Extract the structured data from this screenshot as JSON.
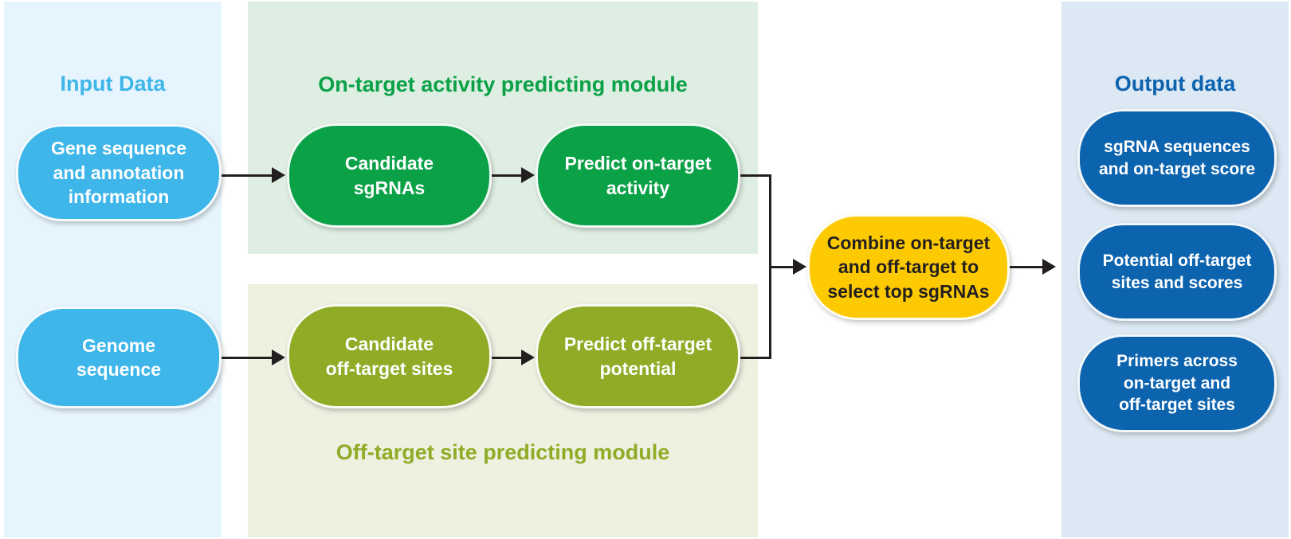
{
  "figure": {
    "input_panel": {
      "title": "Input Data",
      "boxes": [
        {
          "label": "Gene sequence\nand annotation\ninformation"
        },
        {
          "label": "Genome\nsequence"
        }
      ]
    },
    "on_target_module": {
      "title": "On-target activity predicting module",
      "boxes": [
        {
          "label": "Candidate\nsgRNAs"
        },
        {
          "label": "Predict on-target\nactivity"
        }
      ]
    },
    "off_target_module": {
      "title": "Off-target site predicting module",
      "boxes": [
        {
          "label": "Candidate\noff-target sites"
        },
        {
          "label": "Predict off-target\npotential"
        }
      ]
    },
    "combine_step": {
      "label": "Combine on-target\nand off-target to\nselect top sgRNAs"
    },
    "output_panel": {
      "title": "Output data",
      "boxes": [
        {
          "label": "sgRNA sequences\nand on-target score"
        },
        {
          "label": "Potential off-target\nsites and scores"
        },
        {
          "label": "Primers across\non-target and\noff-target sites"
        }
      ]
    },
    "colors": {
      "input_box": "#3eb6e9",
      "input_panel_bg": "#e6f4fd",
      "input_title": "#3eb6e9",
      "on_target_box": "#0aa147",
      "on_target_panel_bg": "#dfeee3",
      "on_target_title": "#0aa147",
      "off_target_box": "#90ac27",
      "off_target_panel_bg": "#eef0e0",
      "off_target_title": "#90ac27",
      "combine_box": "#fdca01",
      "combine_text": "#231f20",
      "output_box": "#0c63ae",
      "output_panel_bg": "#dce8f3",
      "output_title": "#0c63ae",
      "arrow": "#231f20",
      "box_text": "#ffffff"
    }
  }
}
